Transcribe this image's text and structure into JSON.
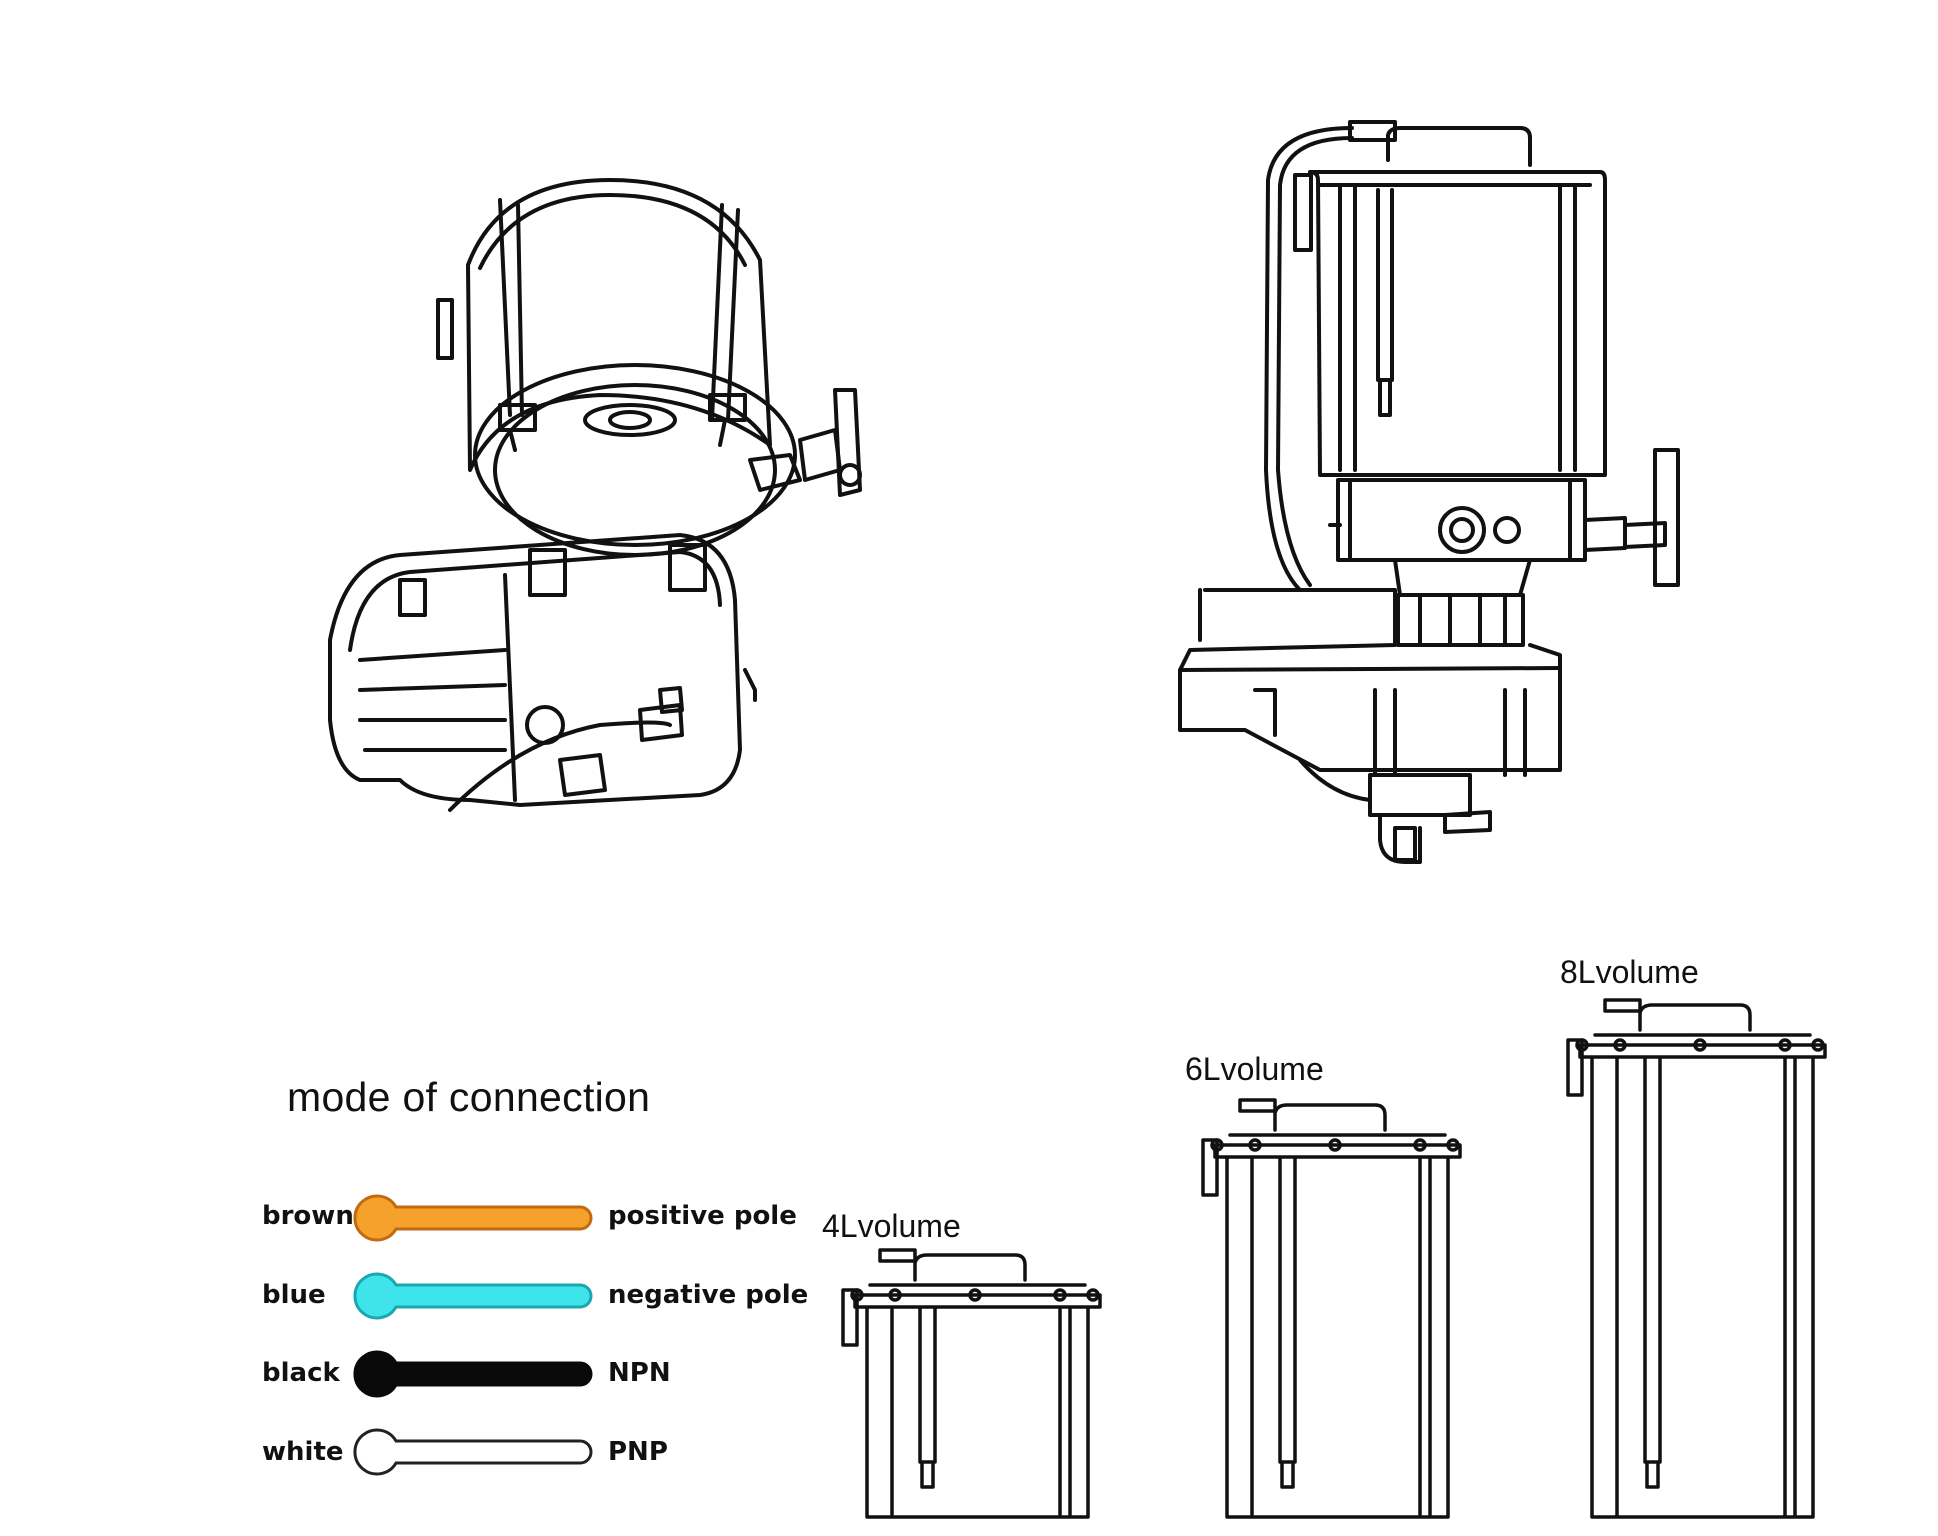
{
  "legend": {
    "title": "mode of connection",
    "wires": [
      {
        "name": "brown",
        "role": "positive pole",
        "color": "#f5a12b",
        "outline": "#c26a10"
      },
      {
        "name": "blue",
        "role": "negative pole",
        "color": "#3fe3ea",
        "outline": "#1aa7b1"
      },
      {
        "name": "black",
        "role": "NPN",
        "color": "#0a0a0a",
        "outline": "#0a0a0a"
      },
      {
        "name": "white",
        "role": "PNP",
        "color": "#ffffff",
        "outline": "#222222"
      }
    ]
  },
  "tanks": [
    {
      "label": "4Lvolume"
    },
    {
      "label": "6Lvolume"
    },
    {
      "label": "8Lvolume"
    }
  ]
}
